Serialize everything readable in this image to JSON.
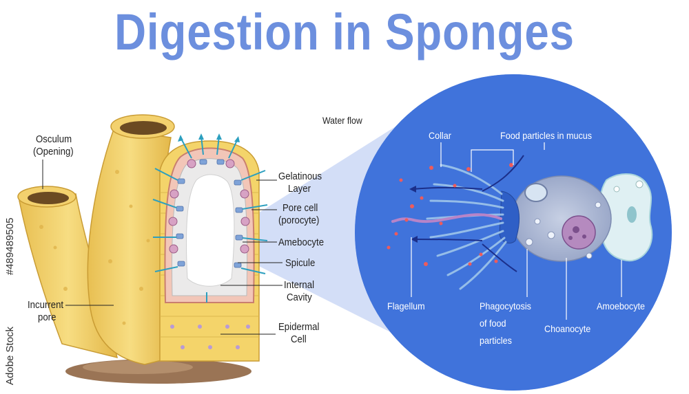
{
  "title": "Digestion in Sponges",
  "water_flow": "Water flow",
  "left_labels": {
    "osculum_1": "Osculum",
    "osculum_2": "(Opening)",
    "incurrent_1": "Incurrent",
    "incurrent_2": "pore",
    "gelatinous_1": "Gelatinous",
    "gelatinous_2": "Layer",
    "pore_cell_1": "Pore cell",
    "pore_cell_2": "(porocyte)",
    "amebocyte": "Amebocyte",
    "spicule": "Spicule",
    "internal_1": "Internal",
    "internal_2": "Cavity",
    "epidermal_1": "Epidermal",
    "epidermal_2": "Cell"
  },
  "right_labels": {
    "collar": "Collar",
    "food_particles": "Food particles in mucus",
    "flagellum": "Flagellum",
    "phago_1": "Phagocytosis",
    "phago_2": "of food",
    "phago_3": "particles",
    "choanocyte": "Choanocyte",
    "amoebocyte": "Amoebocyte"
  },
  "watermark": {
    "source": "Adobe Stock",
    "id": "#489489505"
  },
  "colors": {
    "title": "#6c8fde",
    "circle": "#3f6fd8",
    "sponge": "#f0cf6a",
    "cell": "#a9b6d2"
  }
}
